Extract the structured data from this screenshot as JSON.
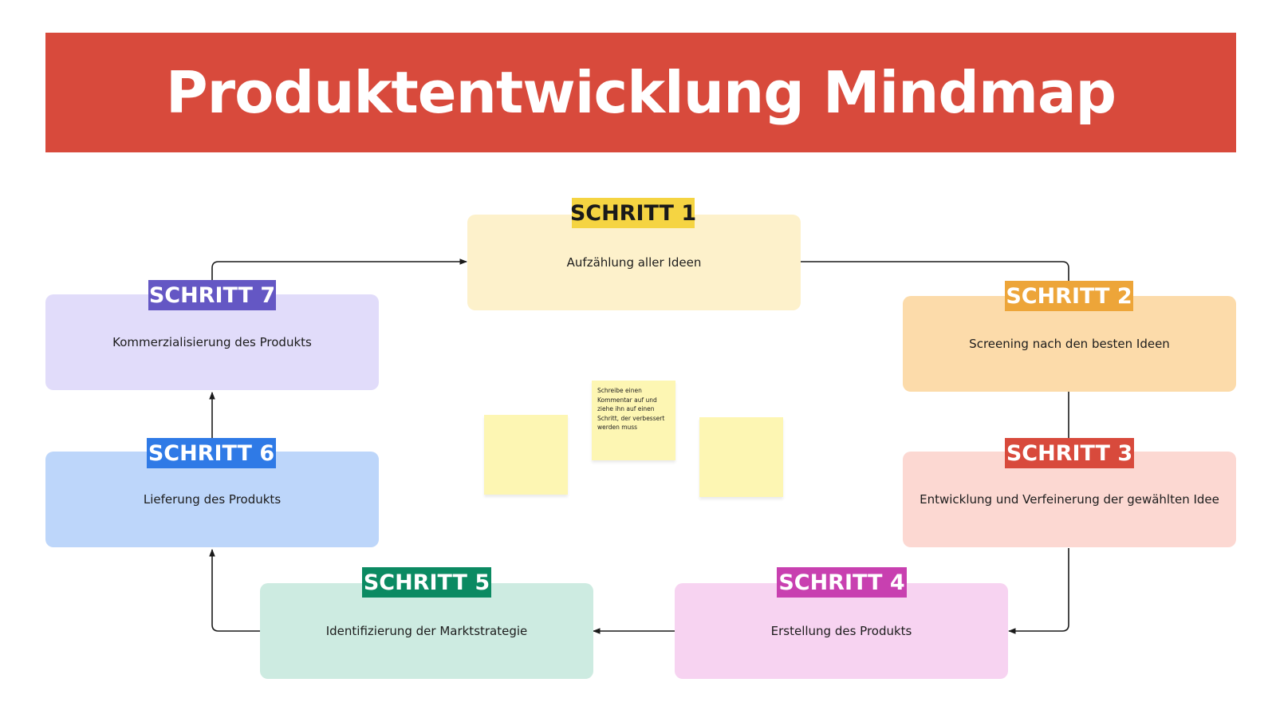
{
  "title": "Produktentwicklung Mindmap",
  "steps": [
    {
      "badge": "SCHRITT 1",
      "text": "Aufzählung aller Ideen",
      "badge_color": "#f5d442",
      "badge_text_color": "#1a1a1a",
      "card_color": "#fdf1cb"
    },
    {
      "badge": "SCHRITT 2",
      "text": "Screening nach den besten Ideen",
      "badge_color": "#eda539",
      "badge_text_color": "#ffffff",
      "card_color": "#fcdbaa"
    },
    {
      "badge": "SCHRITT 3",
      "text": "Entwicklung und Verfeinerung der gewählten Idee",
      "badge_color": "#d84a3c",
      "badge_text_color": "#ffffff",
      "card_color": "#fcd8d2"
    },
    {
      "badge": "SCHRITT 4",
      "text": "Erstellung des Produkts",
      "badge_color": "#c840b0",
      "badge_text_color": "#ffffff",
      "card_color": "#f7d3f1"
    },
    {
      "badge": "SCHRITT 5",
      "text": "Identifizierung der Marktstrategie",
      "badge_color": "#0b8a62",
      "badge_text_color": "#ffffff",
      "card_color": "#cdebe1"
    },
    {
      "badge": "SCHRITT 6",
      "text": "Lieferung des Produkts",
      "badge_color": "#2f7ae6",
      "badge_text_color": "#ffffff",
      "card_color": "#bdd6fa"
    },
    {
      "badge": "SCHRITT 7",
      "text": "Kommerzialisierung des Produkts",
      "badge_color": "#6457c4",
      "badge_text_color": "#ffffff",
      "card_color": "#e1dcfa"
    }
  ],
  "sticky_note": "Schreibe einen Kommentar auf und ziehe ihn auf einen Schritt, der verbessert werden muss",
  "colors": {
    "banner": "#d84a3c",
    "sticky": "#fdf6b3",
    "connector": "#1a1a1a"
  }
}
